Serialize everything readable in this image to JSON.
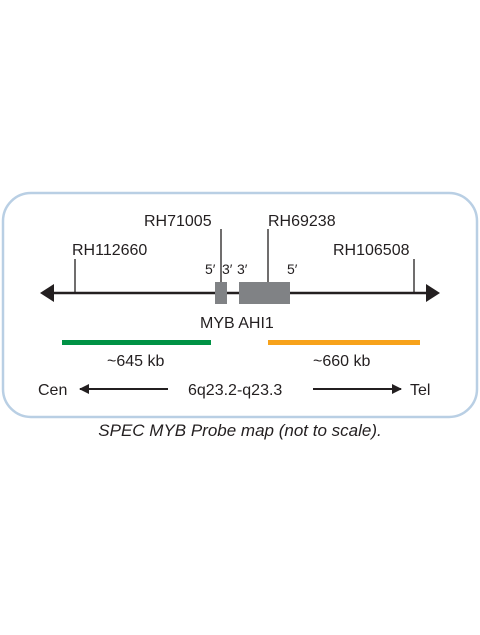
{
  "markers": {
    "rh71005": "RH71005",
    "rh69238": "RH69238",
    "rh112660": "RH112660",
    "rh106508": "RH106508"
  },
  "genes": {
    "myb_ahi1": "MYB AHI1",
    "myb_5prime": "5′",
    "myb_3prime": "3′",
    "ahi1_3prime": "3′",
    "ahi1_5prime": "5′"
  },
  "probes": [
    {
      "label": "~645 kb",
      "color": "#009245"
    },
    {
      "label": "~660 kb",
      "color": "#f7a21b"
    }
  ],
  "orientation": {
    "centromere": "Cen",
    "telomere": "Tel",
    "band": "6q23.2-q23.3"
  },
  "caption": "SPEC MYB Probe map (not to scale).",
  "colors": {
    "border": "#b9cfe4",
    "gene_box": "#808285",
    "line": "#231f20"
  }
}
